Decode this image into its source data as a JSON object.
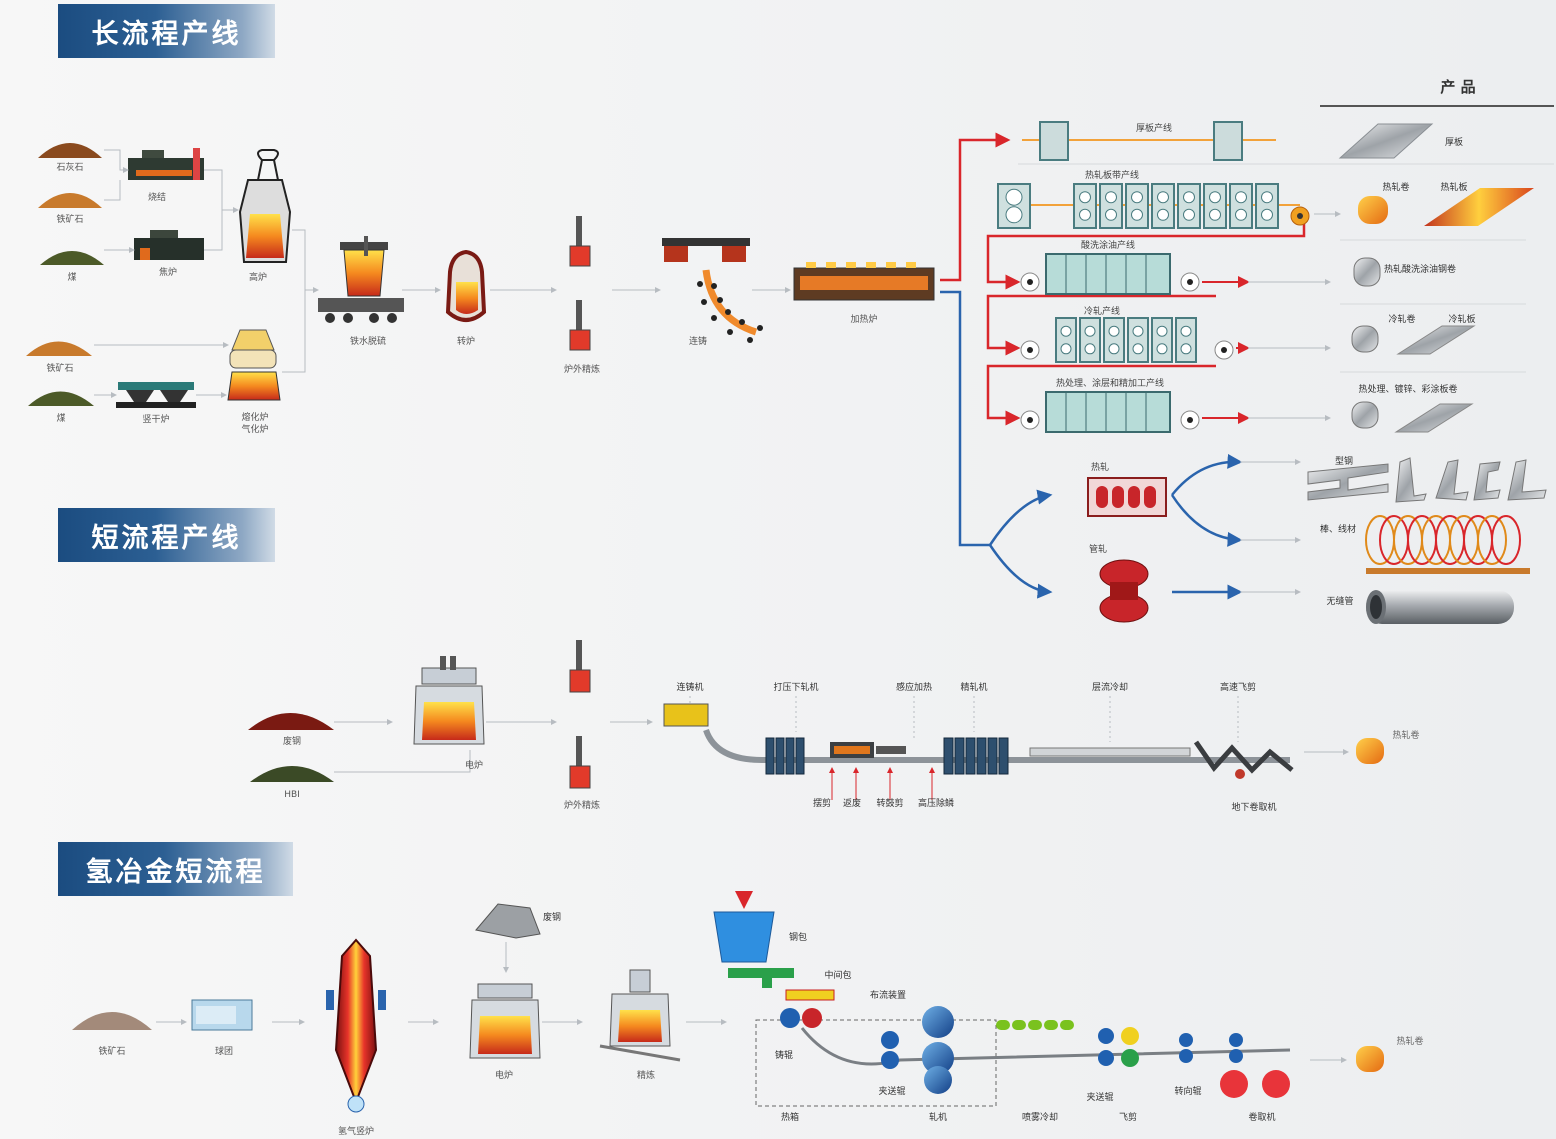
{
  "sections": {
    "long": "长流程产线",
    "short": "短流程产线",
    "hydrogen": "氢冶金短流程"
  },
  "products_header": "产 品",
  "long_labels": {
    "limestone": "石灰石",
    "iron_ore_1": "铁矿石",
    "coal_1": "煤",
    "sinter": "烧结",
    "coke_oven": "焦炉",
    "blast_furnace": "高炉",
    "iron_ore_2": "铁矿石",
    "coal_2": "煤",
    "direct_reduction": "竖干炉",
    "melter_gasifier": "熔化炉\n气化炉",
    "desulfurization": "铁水脱硫",
    "converter": "转炉",
    "secondary_refining": "炉外精炼",
    "continuous_casting": "连铸",
    "reheating_furnace": "加热炉",
    "plate_line": "厚板产线",
    "hot_strip_line": "热轧板带产线",
    "pickling_line": "酸洗涂油产线",
    "cold_rolling_line": "冷轧产线",
    "coating_line": "热处理、涂层和精加工产线",
    "hot_rolling": "热轧",
    "tube_rolling": "管轧"
  },
  "products": {
    "plate": "厚板",
    "hot_coil": "热轧卷",
    "hot_sheet": "热轧板",
    "pickled_coil": "热轧酸洗涂油钢卷",
    "cold_coil": "冷轧卷",
    "cold_sheet": "冷轧板",
    "coated_coil": "热处理、镀锌、彩涂板卷",
    "sections": "型钢",
    "bar_wire": "棒、线材",
    "seamless_tube": "无缝管"
  },
  "short_labels": {
    "scrap": "废钢",
    "hbi": "HBI",
    "eaf": "电炉",
    "refining": "炉外精炼",
    "caster": "连铸机",
    "reduction_mill": "打压下轧机",
    "induction_heating": "感应加热",
    "finishing_mill": "精轧机",
    "laminar_cooling": "层流冷却",
    "flying_shear": "高速飞剪",
    "hot_coil": "热轧卷",
    "pendulum_shear": "摆剪",
    "descaling": "返废",
    "rotary_shear": "转鼓剪",
    "hp_descaling": "高压除鳞",
    "downcoiler": "地下卷取机"
  },
  "hydrogen_labels": {
    "iron_ore": "铁矿石",
    "pellet": "球团",
    "shaft_furnace": "氢气竖炉",
    "scrap": "废钢",
    "eaf": "电炉",
    "refining": "精炼",
    "ladle": "钢包",
    "tundish": "中间包",
    "distributor": "布流装置",
    "casting_roll": "铸辊",
    "pinch_roll_1": "夹送辊",
    "hot_box": "热箱",
    "rolling_mill": "轧机",
    "spray_cooling": "喷雾冷却",
    "pinch_roll_2": "夹送辊",
    "flying_shear": "飞剪",
    "deflector_roll": "转向辊",
    "coiler": "卷取机",
    "hot_coil": "热轧卷"
  },
  "colors": {
    "red_flow": "#d9262b",
    "blue_flow": "#2a64ad",
    "banner_dark": "#1b4c80",
    "frame_teal": "#5a8c90",
    "molten": "#f07a1c"
  }
}
